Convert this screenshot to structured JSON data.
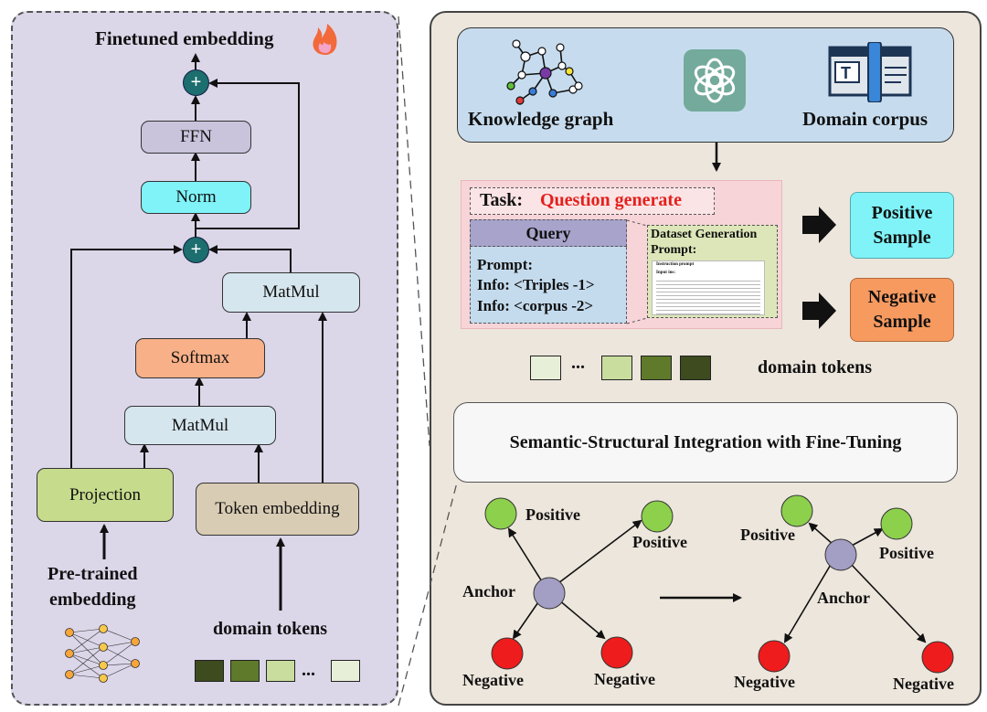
{
  "left": {
    "title": "Finetuned embedding",
    "ffn": "FFN",
    "norm": "Norm",
    "matmul_top": "MatMul",
    "softmax": "Softmax",
    "matmul_bottom": "MatMul",
    "projection": "Projection",
    "token_embedding": "Token embedding",
    "pretrained_line1": "Pre-trained",
    "pretrained_line2": "embedding",
    "domain_tokens": "domain tokens",
    "ellipsis": "...",
    "plus": "+"
  },
  "right": {
    "knowledge_graph": "Knowledge graph",
    "domain_corpus": "Domain corpus",
    "task_prefix": "Task:",
    "task_name": "Question generate",
    "query_header": "Query",
    "prompt_label": "Prompt:",
    "info1": "Info: <Triples -1>",
    "info2": "Info: <corpus -2>",
    "dataset_title": "Dataset Generation",
    "dataset_prompt": "Prompt:",
    "instruction_title": "Instruction prompt",
    "instruction_sub": "Input ins:",
    "positive_sample_l1": "Positive",
    "positive_sample_l2": "Sample",
    "negative_sample_l1": "Negative",
    "negative_sample_l2": "Sample",
    "domain_tokens": "domain tokens",
    "ellipsis": "...",
    "integration": "Semantic-Structural Integration with Fine-Tuning",
    "g1_positive_a": "Positive",
    "g1_positive_b": "Positive",
    "g1_anchor": "Anchor",
    "g1_negative_a": "Negative",
    "g1_negative_b": "Negative",
    "g2_positive_a": "Positive",
    "g2_positive_b": "Positive",
    "g2_anchor": "Anchor",
    "g2_negative_a": "Negative",
    "g2_negative_b": "Negative"
  },
  "colors": {
    "left_panel_bg": "#dcd6e9",
    "right_panel_bg": "#ede6dc",
    "ffn": "#c9c4dc",
    "norm": "#7ff3f8",
    "matmul": "#d6e6ee",
    "softmax": "#f7b088",
    "projection": "#c6dc8c",
    "token_embedding": "#d9ccb4",
    "plus_node": "#1d6e6e",
    "top_box": "#c6dcee",
    "task_box": "#f7d4d8",
    "query_box": "#c4dbed",
    "dataset_box": "#dde6b8",
    "positive": "#7ff3f8",
    "negative": "#f79a60",
    "positive_node": "#8cd04c",
    "anchor_node": "#a39ec4",
    "negative_node": "#ee1c1c",
    "task_red": "#e4201c"
  }
}
